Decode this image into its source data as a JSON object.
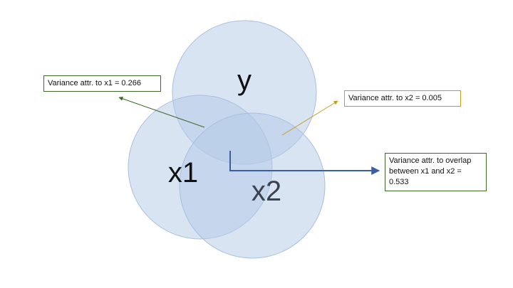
{
  "circles": {
    "y_label": "y",
    "x1_label": "x1",
    "x2_label": "x2"
  },
  "callouts": {
    "x1_text": "Variance attr. to x1 = 0.266",
    "x2_text": "Variance attr. to x2 = 0.005",
    "overlap_text": "Variance attr. to overlap between x1 and x2 = 0.533"
  },
  "colors": {
    "circle_fill": "#b4c9e8",
    "arrow_x1": "#3e6a2b",
    "arrow_x2": "#c69a1e",
    "arrow_overlap": "#3a5fa8"
  }
}
